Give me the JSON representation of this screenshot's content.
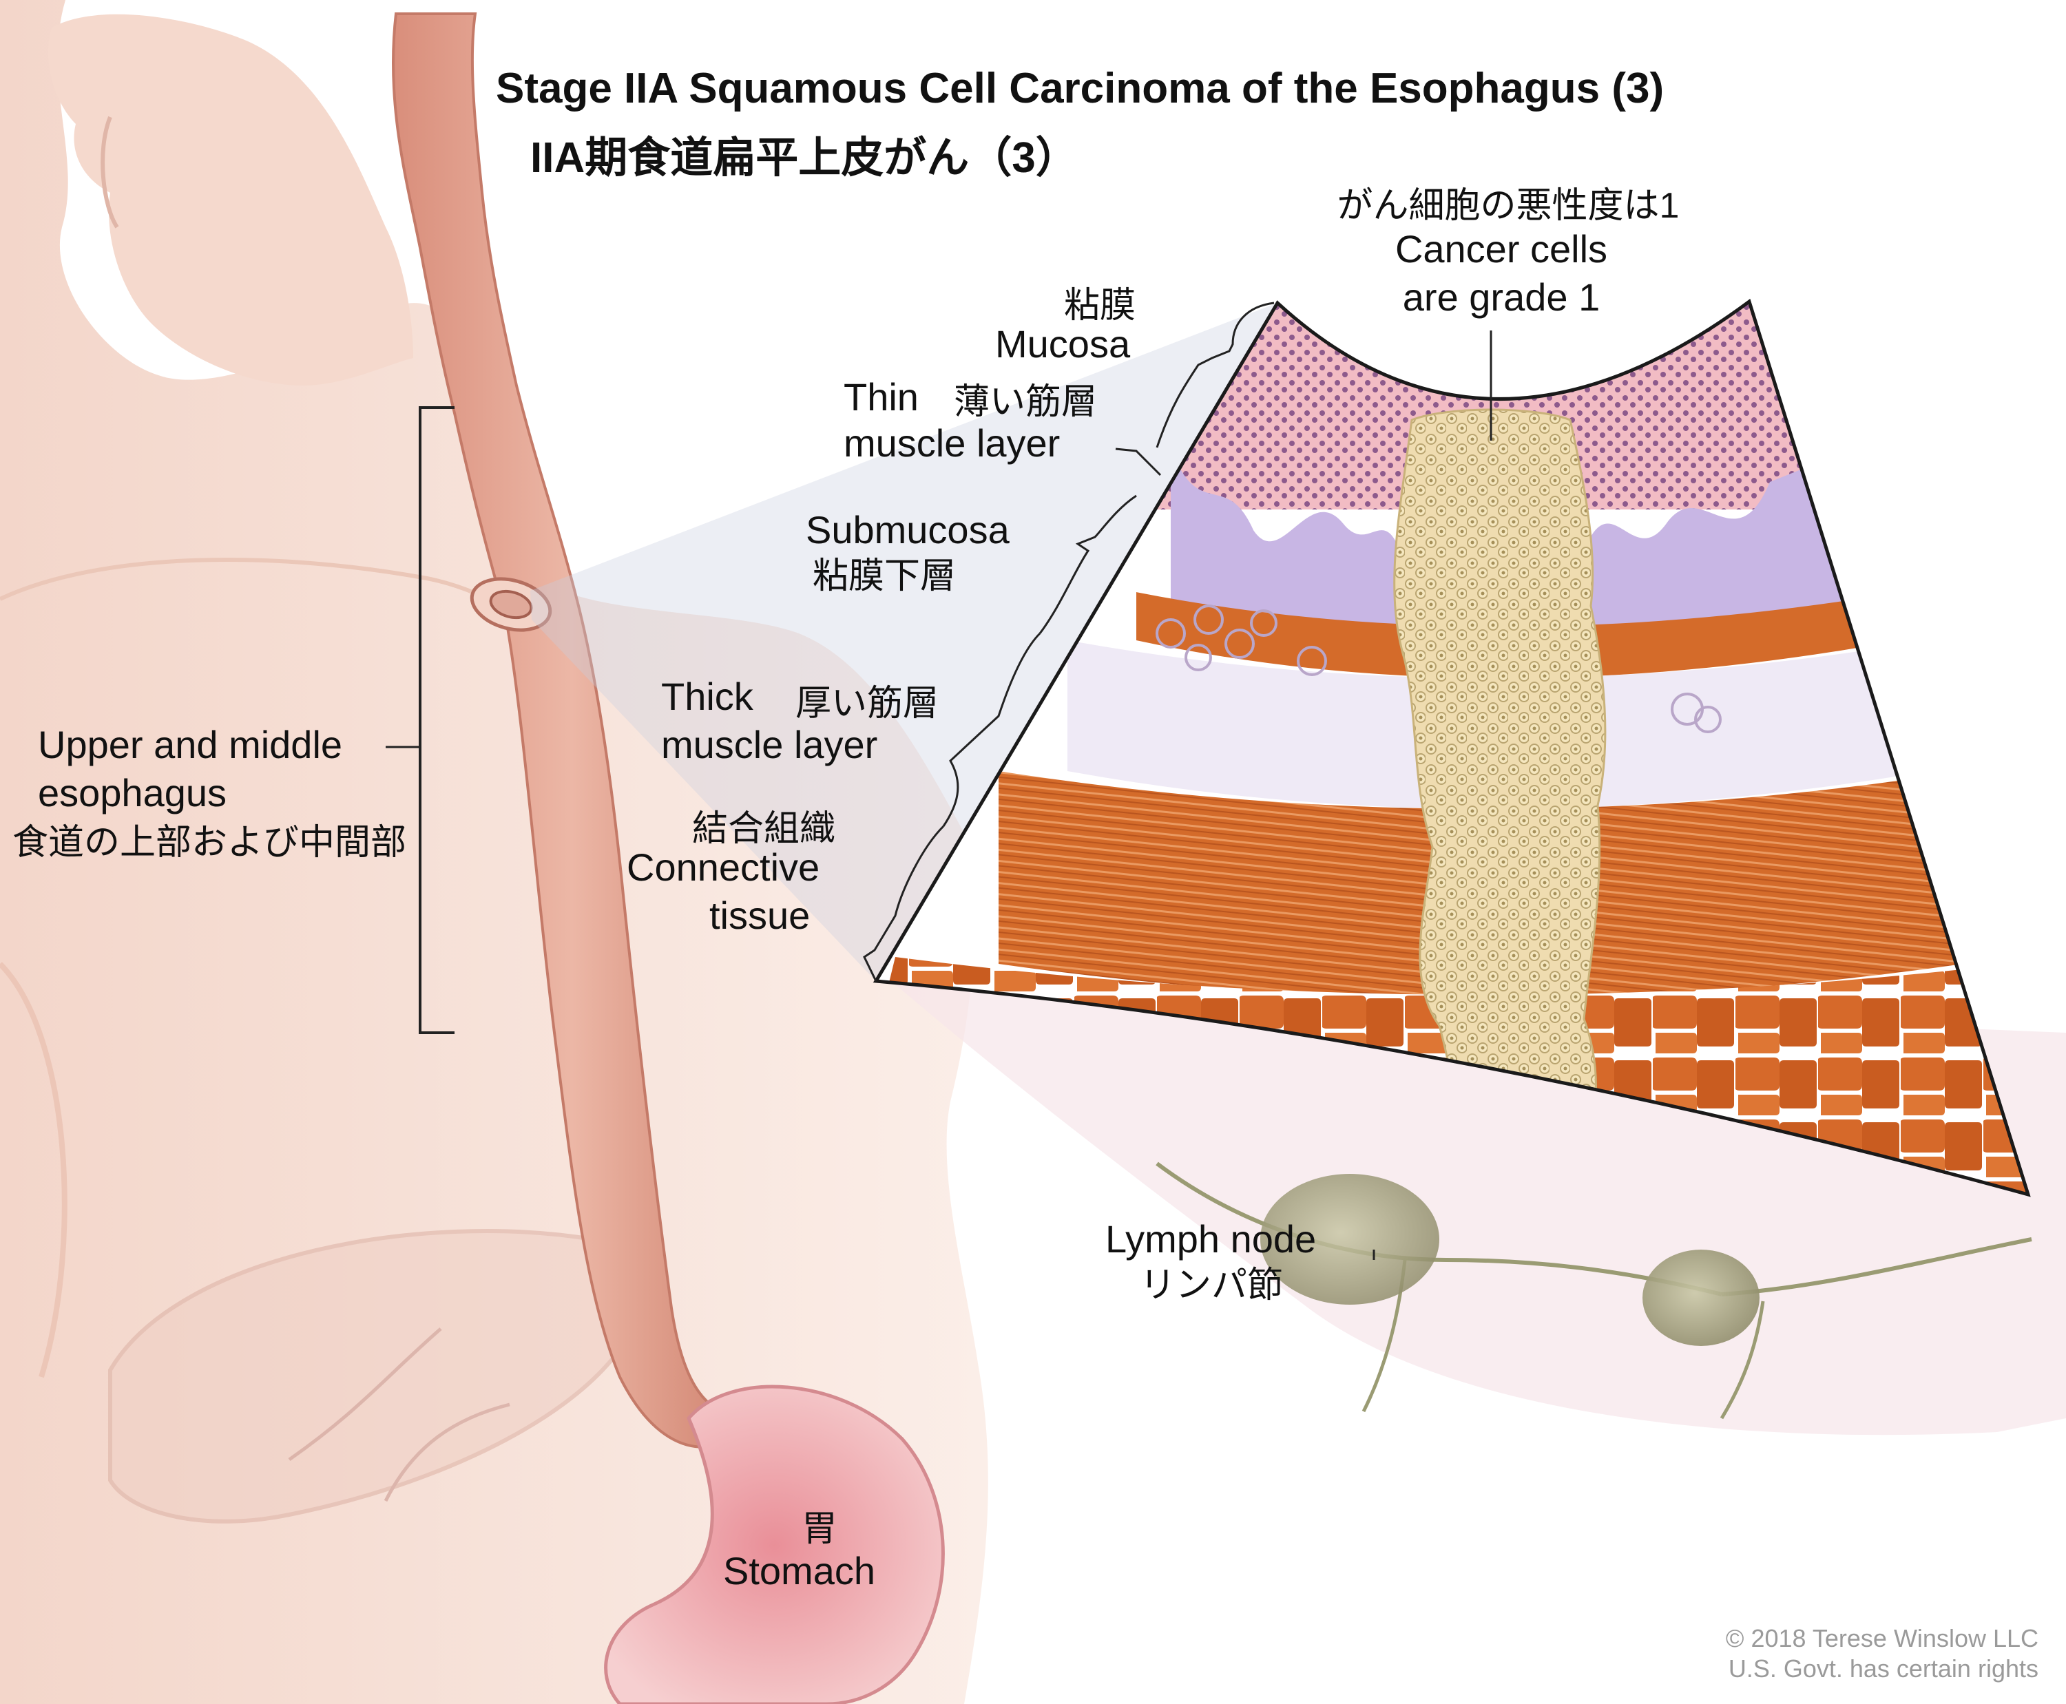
{
  "title": {
    "en": "Stage IIA Squamous Cell Carcinoma of the Esophagus (3)",
    "ja": "IIA期食道扁平上皮がん（3）"
  },
  "labels": {
    "cancer_cells": {
      "ja": "がん細胞の悪性度は1",
      "en1": "Cancer cells",
      "en2": "are grade 1"
    },
    "mucosa": {
      "ja": "粘膜",
      "en": "Mucosa"
    },
    "thin_muscle": {
      "en1": "Thin",
      "ja": "薄い筋層",
      "en2": "muscle layer"
    },
    "submucosa": {
      "en": "Submucosa",
      "ja": "粘膜下層"
    },
    "thick_muscle": {
      "en1": "Thick",
      "ja": "厚い筋層",
      "en2": "muscle layer"
    },
    "connective": {
      "ja": "結合組織",
      "en1": "Connective",
      "en2": "tissue"
    },
    "esophagus": {
      "en1": "Upper and middle",
      "en2": "esophagus",
      "ja": "食道の上部および中間部"
    },
    "lymph_node": {
      "en": "Lymph node",
      "ja": "リンパ節"
    },
    "stomach": {
      "ja": "胃",
      "en": "Stomach"
    }
  },
  "credit": {
    "line1": "© 2018 Terese Winslow LLC",
    "line2": "U.S. Govt. has certain rights"
  },
  "colors": {
    "skin": "#f6ddd2",
    "esophagus": "#e2a08f",
    "mucosa": "#f2bcc4",
    "lamina": "#c8b6e4",
    "muscle": "#d6712f",
    "submucosa": "#efeaf6",
    "tumor": "#ead9a8"
  }
}
